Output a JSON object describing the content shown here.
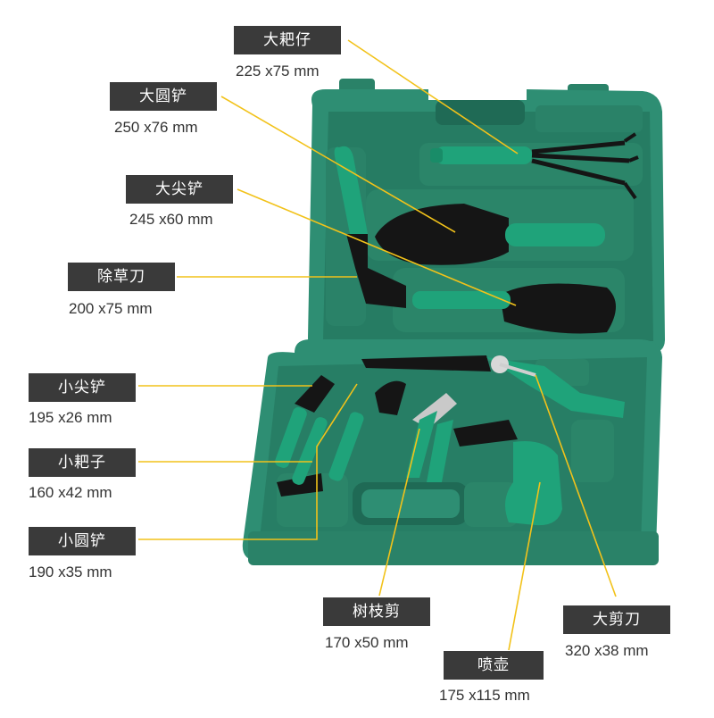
{
  "colors": {
    "case_green": "#2e8e73",
    "case_dark": "#1f6a55",
    "tool_green": "#1fa37a",
    "steel": "#151515",
    "leader_line": "#f2c21a",
    "label_bg": "#3a3a3a"
  },
  "tools": [
    {
      "name": "大耙仔",
      "size": "225 x75 mm"
    },
    {
      "name": "大圆铲",
      "size": "250 x76 mm"
    },
    {
      "name": "大尖铲",
      "size": "245 x60 mm"
    },
    {
      "name": "除草刀",
      "size": "200 x75 mm"
    },
    {
      "name": "小尖铲",
      "size": "195 x26 mm"
    },
    {
      "name": "小耙子",
      "size": "160 x42 mm"
    },
    {
      "name": "小圆铲",
      "size": "190 x35 mm"
    },
    {
      "name": "树枝剪",
      "size": "170 x50 mm"
    },
    {
      "name": "喷壶",
      "size": "175 x115 mm"
    },
    {
      "name": "大剪刀",
      "size": "320 x38 mm"
    }
  ]
}
